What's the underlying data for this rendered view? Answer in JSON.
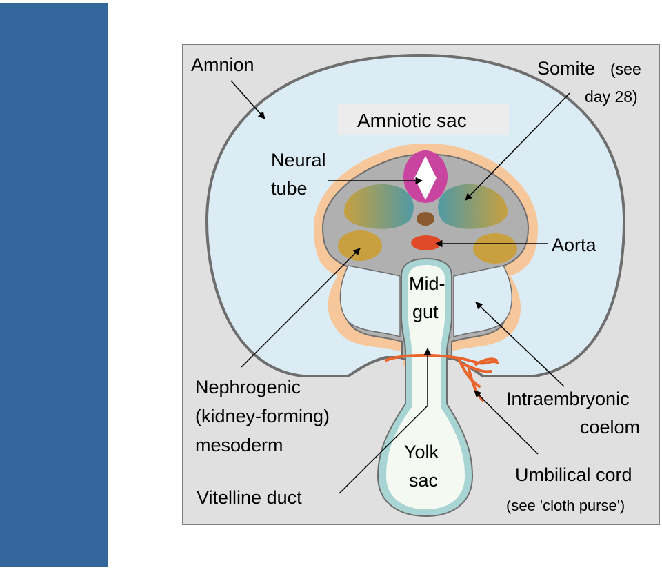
{
  "labels": {
    "amnion": "Amnion",
    "somite_1": "Somite",
    "somite_2": "(see",
    "somite_3": "day 28)",
    "amniotic_sac": "Amniotic sac",
    "neural_1": "Neural",
    "neural_2": "tube",
    "aorta": "Aorta",
    "midgut_1": "Mid-",
    "midgut_2": "gut",
    "nephro_1": "Nephrogenic",
    "nephro_2": "(kidney-forming)",
    "nephro_3": "mesoderm",
    "intra_1": "Intraembryonic",
    "intra_2": "coelom",
    "yolk_1": "Yolk",
    "yolk_2": "sac",
    "umbilical_1": "Umbilical cord",
    "umbilical_2": "(see 'cloth purse')",
    "vitelline": "Vitelline duct"
  },
  "colors": {
    "sidebar": "#33669a",
    "panel": "#e0e0e0",
    "amniotic_fluid": "#dcecf5",
    "ectoderm": "#f6c79a",
    "mesoderm": "#b0b0b0",
    "somite": "#c8a040",
    "somite_teal": "#5a9ea0",
    "neural_tube": "#c8449e",
    "aorta": "#e04a28",
    "gut_lining": "#a8d4d4",
    "gut_lumen": "#f4faf2",
    "umbilical": "#e8662e"
  }
}
